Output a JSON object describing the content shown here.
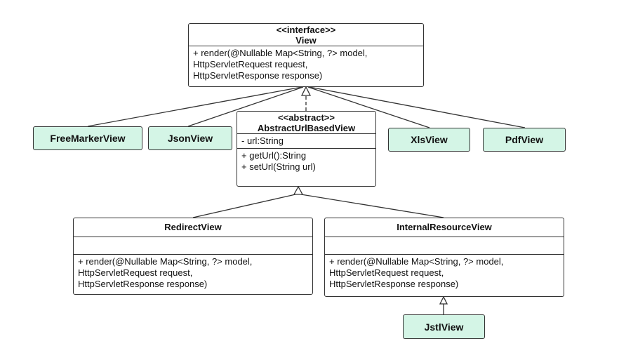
{
  "view": {
    "stereotype": "<<interface>>",
    "name": "View",
    "methods": [
      "+ render(@Nullable Map<String, ?> model,",
      "HttpServletRequest request,",
      "HttpServletResponse response)"
    ]
  },
  "abstract_url": {
    "stereotype": "<<abstract>>",
    "name": "AbstractUrlBasedView",
    "fields": [
      "- url:String"
    ],
    "methods": [
      "+ getUrl():String",
      "+ setUrl(String url)"
    ]
  },
  "leaves": {
    "freemarker": "FreeMarkerView",
    "json": "JsonView",
    "xls": "XlsView",
    "pdf": "PdfView",
    "jstl": "JstlView"
  },
  "redirect": {
    "name": "RedirectView",
    "methods": [
      "+ render(@Nullable Map<String, ?> model,",
      "HttpServletRequest request,",
      "HttpServletResponse response)"
    ]
  },
  "internal": {
    "name": "InternalResourceView",
    "methods": [
      "+ render(@Nullable Map<String, ?> model,",
      "HttpServletRequest request,",
      "HttpServletResponse response)"
    ]
  }
}
